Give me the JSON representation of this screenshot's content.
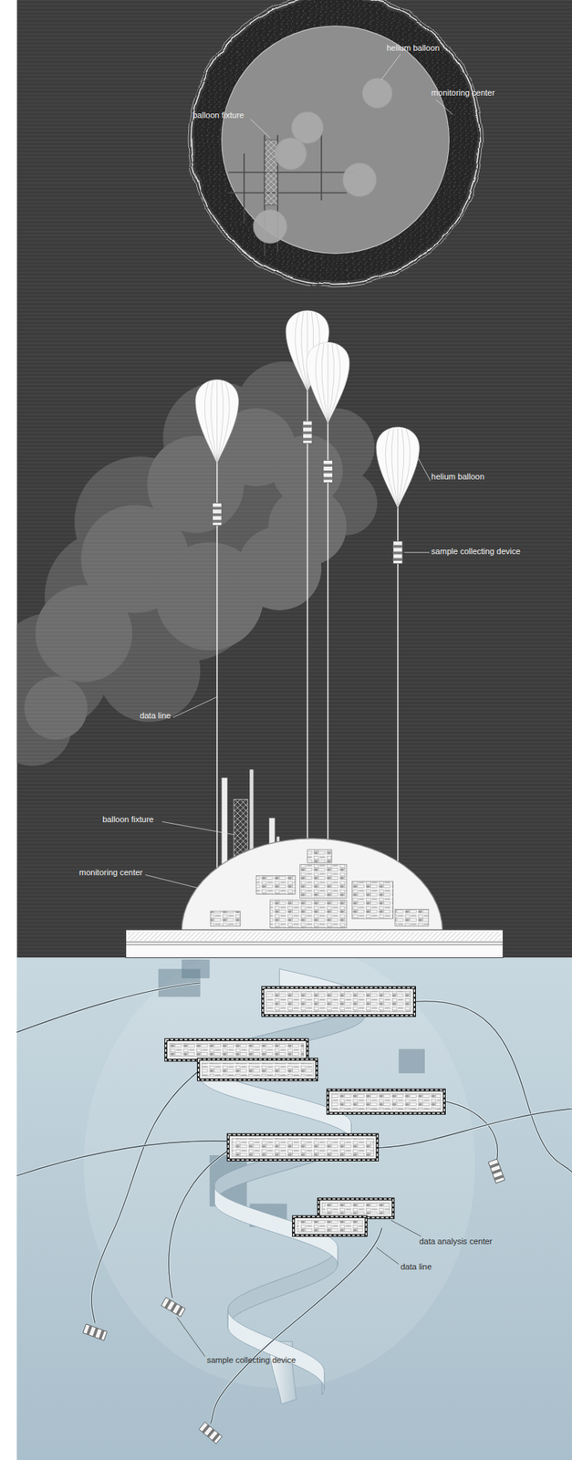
{
  "diagram": {
    "labels": [
      "helium balloon",
      "monitoring center",
      "balloon fixture",
      "helium balloon",
      "sample collecting device",
      "data line",
      "balloon fixture",
      "monitoring center",
      "data analysis center",
      "data line",
      "sample collecting device"
    ]
  }
}
